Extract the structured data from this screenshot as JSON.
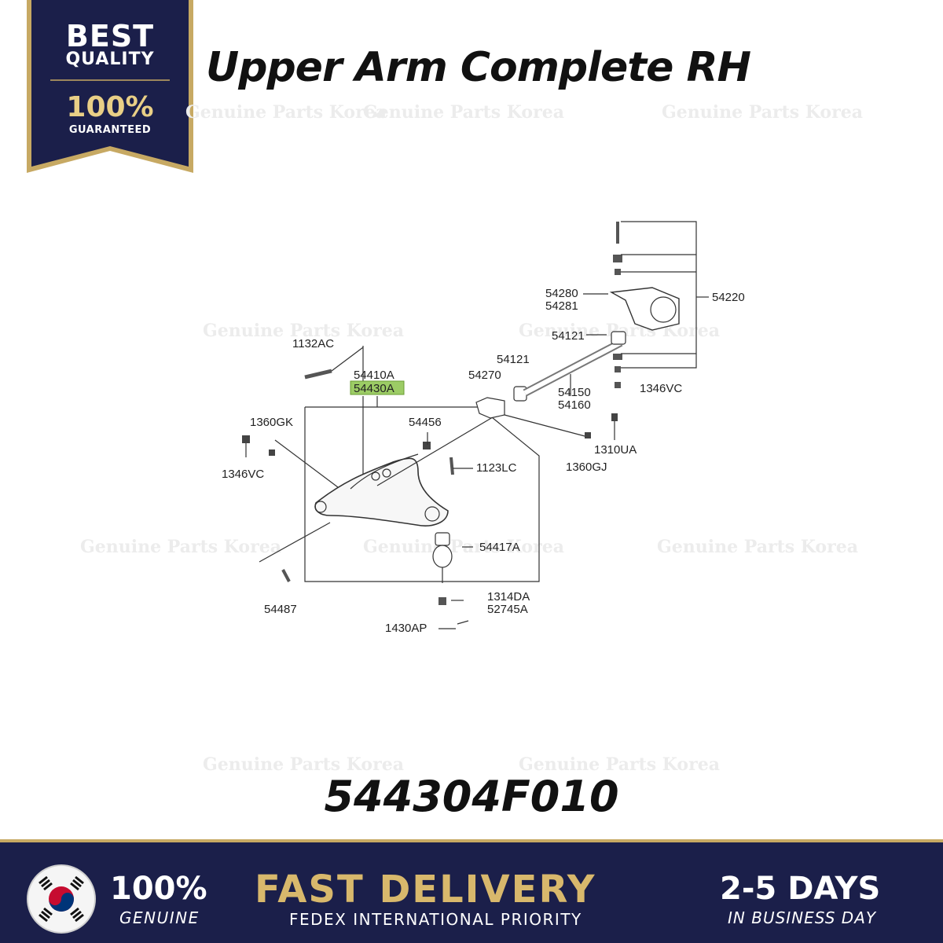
{
  "badge": {
    "line1": "BEST",
    "line2": "QUALITY",
    "line3": "100%",
    "line4": "GUARANTEED"
  },
  "title": "Upper Arm Complete RH",
  "watermark": "Genuine Parts Korea",
  "diagram": {
    "highlight_color": "#9ccc65",
    "labels": {
      "l1132AC": "1132AC",
      "l54410A": "54410A",
      "l54430A": "54430A",
      "l54270": "54270",
      "l54121a": "54121",
      "l54121b": "54121",
      "l54280": "54280",
      "l54281": "54281",
      "l54220": "54220",
      "l54150": "54150",
      "l54160": "54160",
      "l1346VCa": "1346VC",
      "l1346VCb": "1346VC",
      "l1360GK": "1360GK",
      "l54456": "54456",
      "l1310UA": "1310UA",
      "l1360GJ": "1360GJ",
      "l1123LC": "1123LC",
      "l54417A": "54417A",
      "l54487": "54487",
      "l1314DA": "1314DA",
      "l52745A": "52745A",
      "l1430AP": "1430AP"
    }
  },
  "part_number": "544304F010",
  "footer": {
    "genuine_pct": "100%",
    "genuine_label": "GENUINE",
    "delivery_title": "FAST DELIVERY",
    "delivery_sub": "FEDEX INTERNATIONAL PRIORITY",
    "days": "2-5 DAYS",
    "days_sub": "IN BUSINESS DAY"
  },
  "colors": {
    "navy": "#1b1f4a",
    "gold": "#d8b86c"
  }
}
